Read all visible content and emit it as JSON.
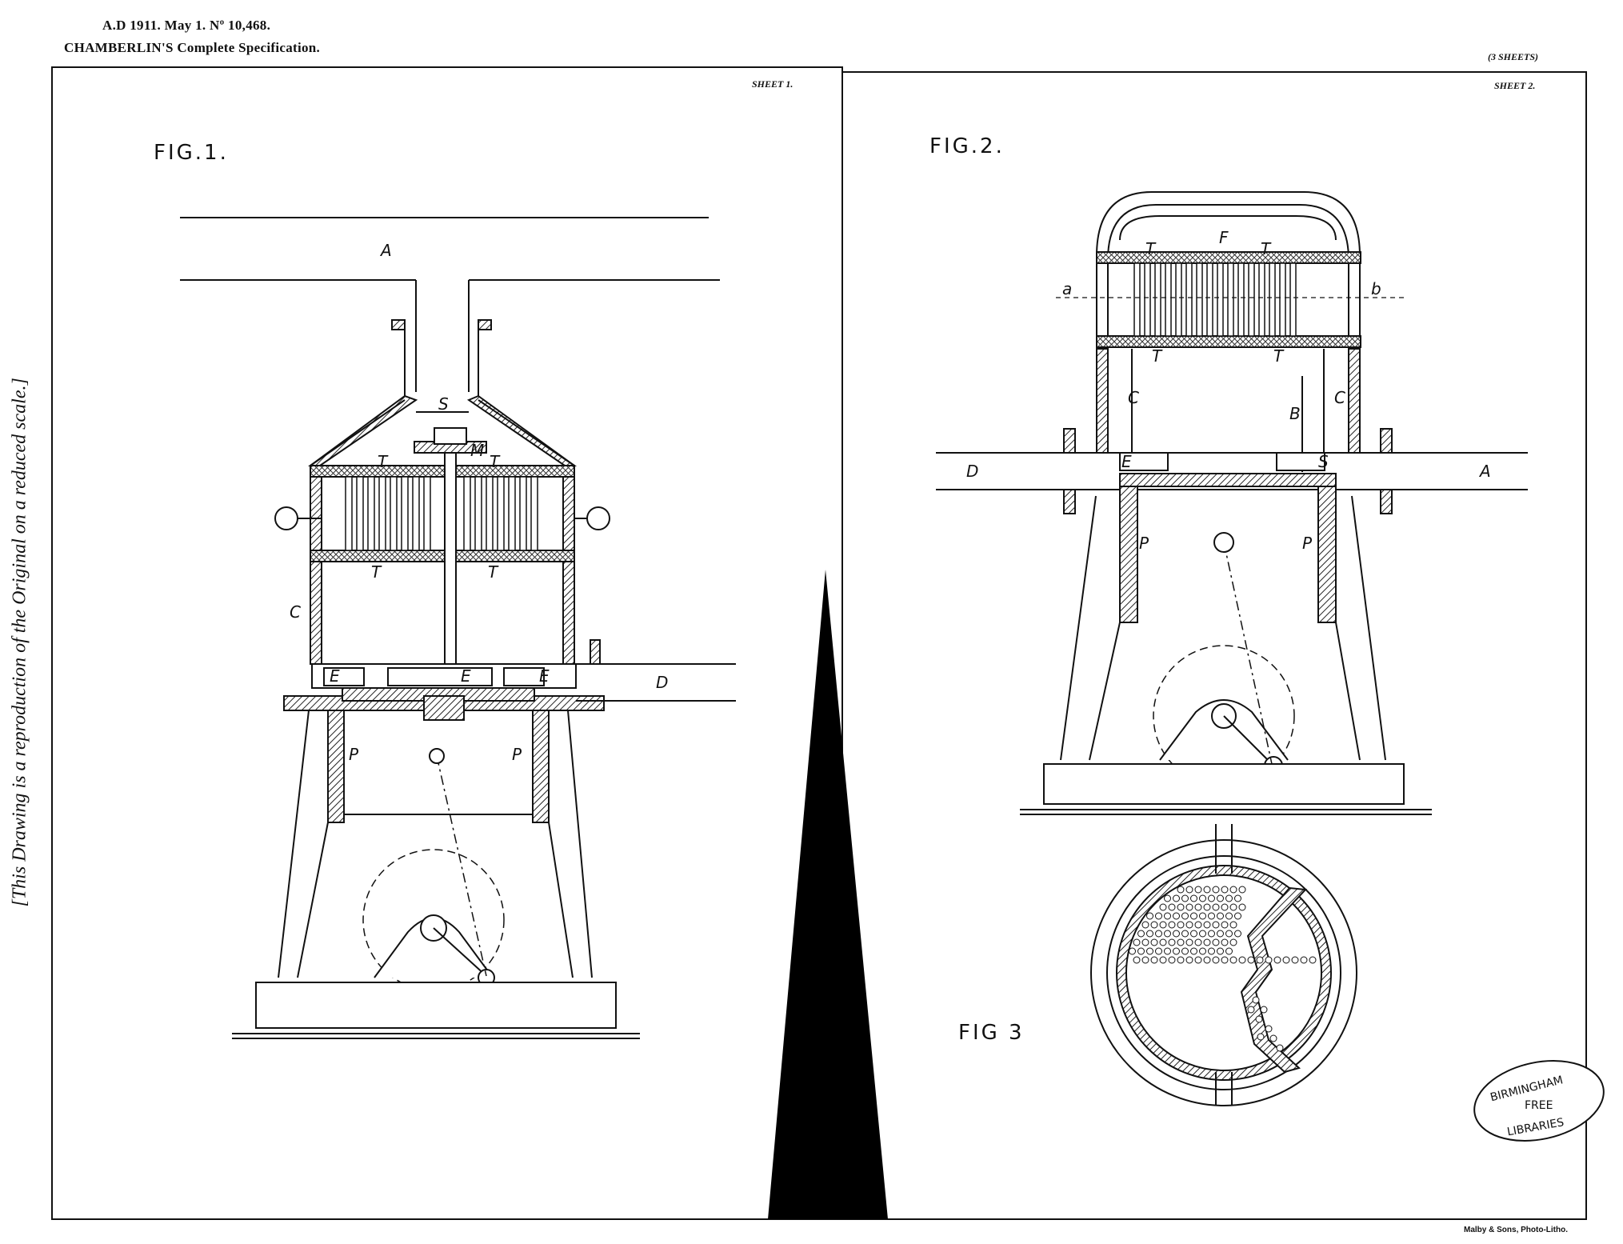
{
  "header": {
    "line1": "A.D 1911. May 1. Nº 10,468.",
    "line2": "CHAMBERLIN'S Complete Specification.",
    "sheet_count": "(3 SHEETS)"
  },
  "side_note": "[This Drawing is a reproduction of the Original on a reduced scale.]",
  "sheet1": {
    "sheet_label": "SHEET 1.",
    "fig_title": "FIG.1.",
    "labels": {
      "A": "A",
      "S": "S",
      "M": "M",
      "T": "T",
      "C": "C",
      "E": "E",
      "D": "D",
      "P": "P"
    }
  },
  "sheet2": {
    "sheet_label": "SHEET 2.",
    "fig2_title": "FIG.2.",
    "fig3_title": "FIG 3",
    "labels": {
      "F": "F",
      "T": "T",
      "a": "a",
      "b": "b",
      "C": "C",
      "B": "B",
      "D": "D",
      "E": "E",
      "S": "S",
      "A": "A",
      "P": "P"
    }
  },
  "stamp": {
    "line1": "BIRMINGHAM",
    "line2": "FREE",
    "line3": "LIBRARIES"
  },
  "credit": "Malby & Sons, Photo-Litho."
}
